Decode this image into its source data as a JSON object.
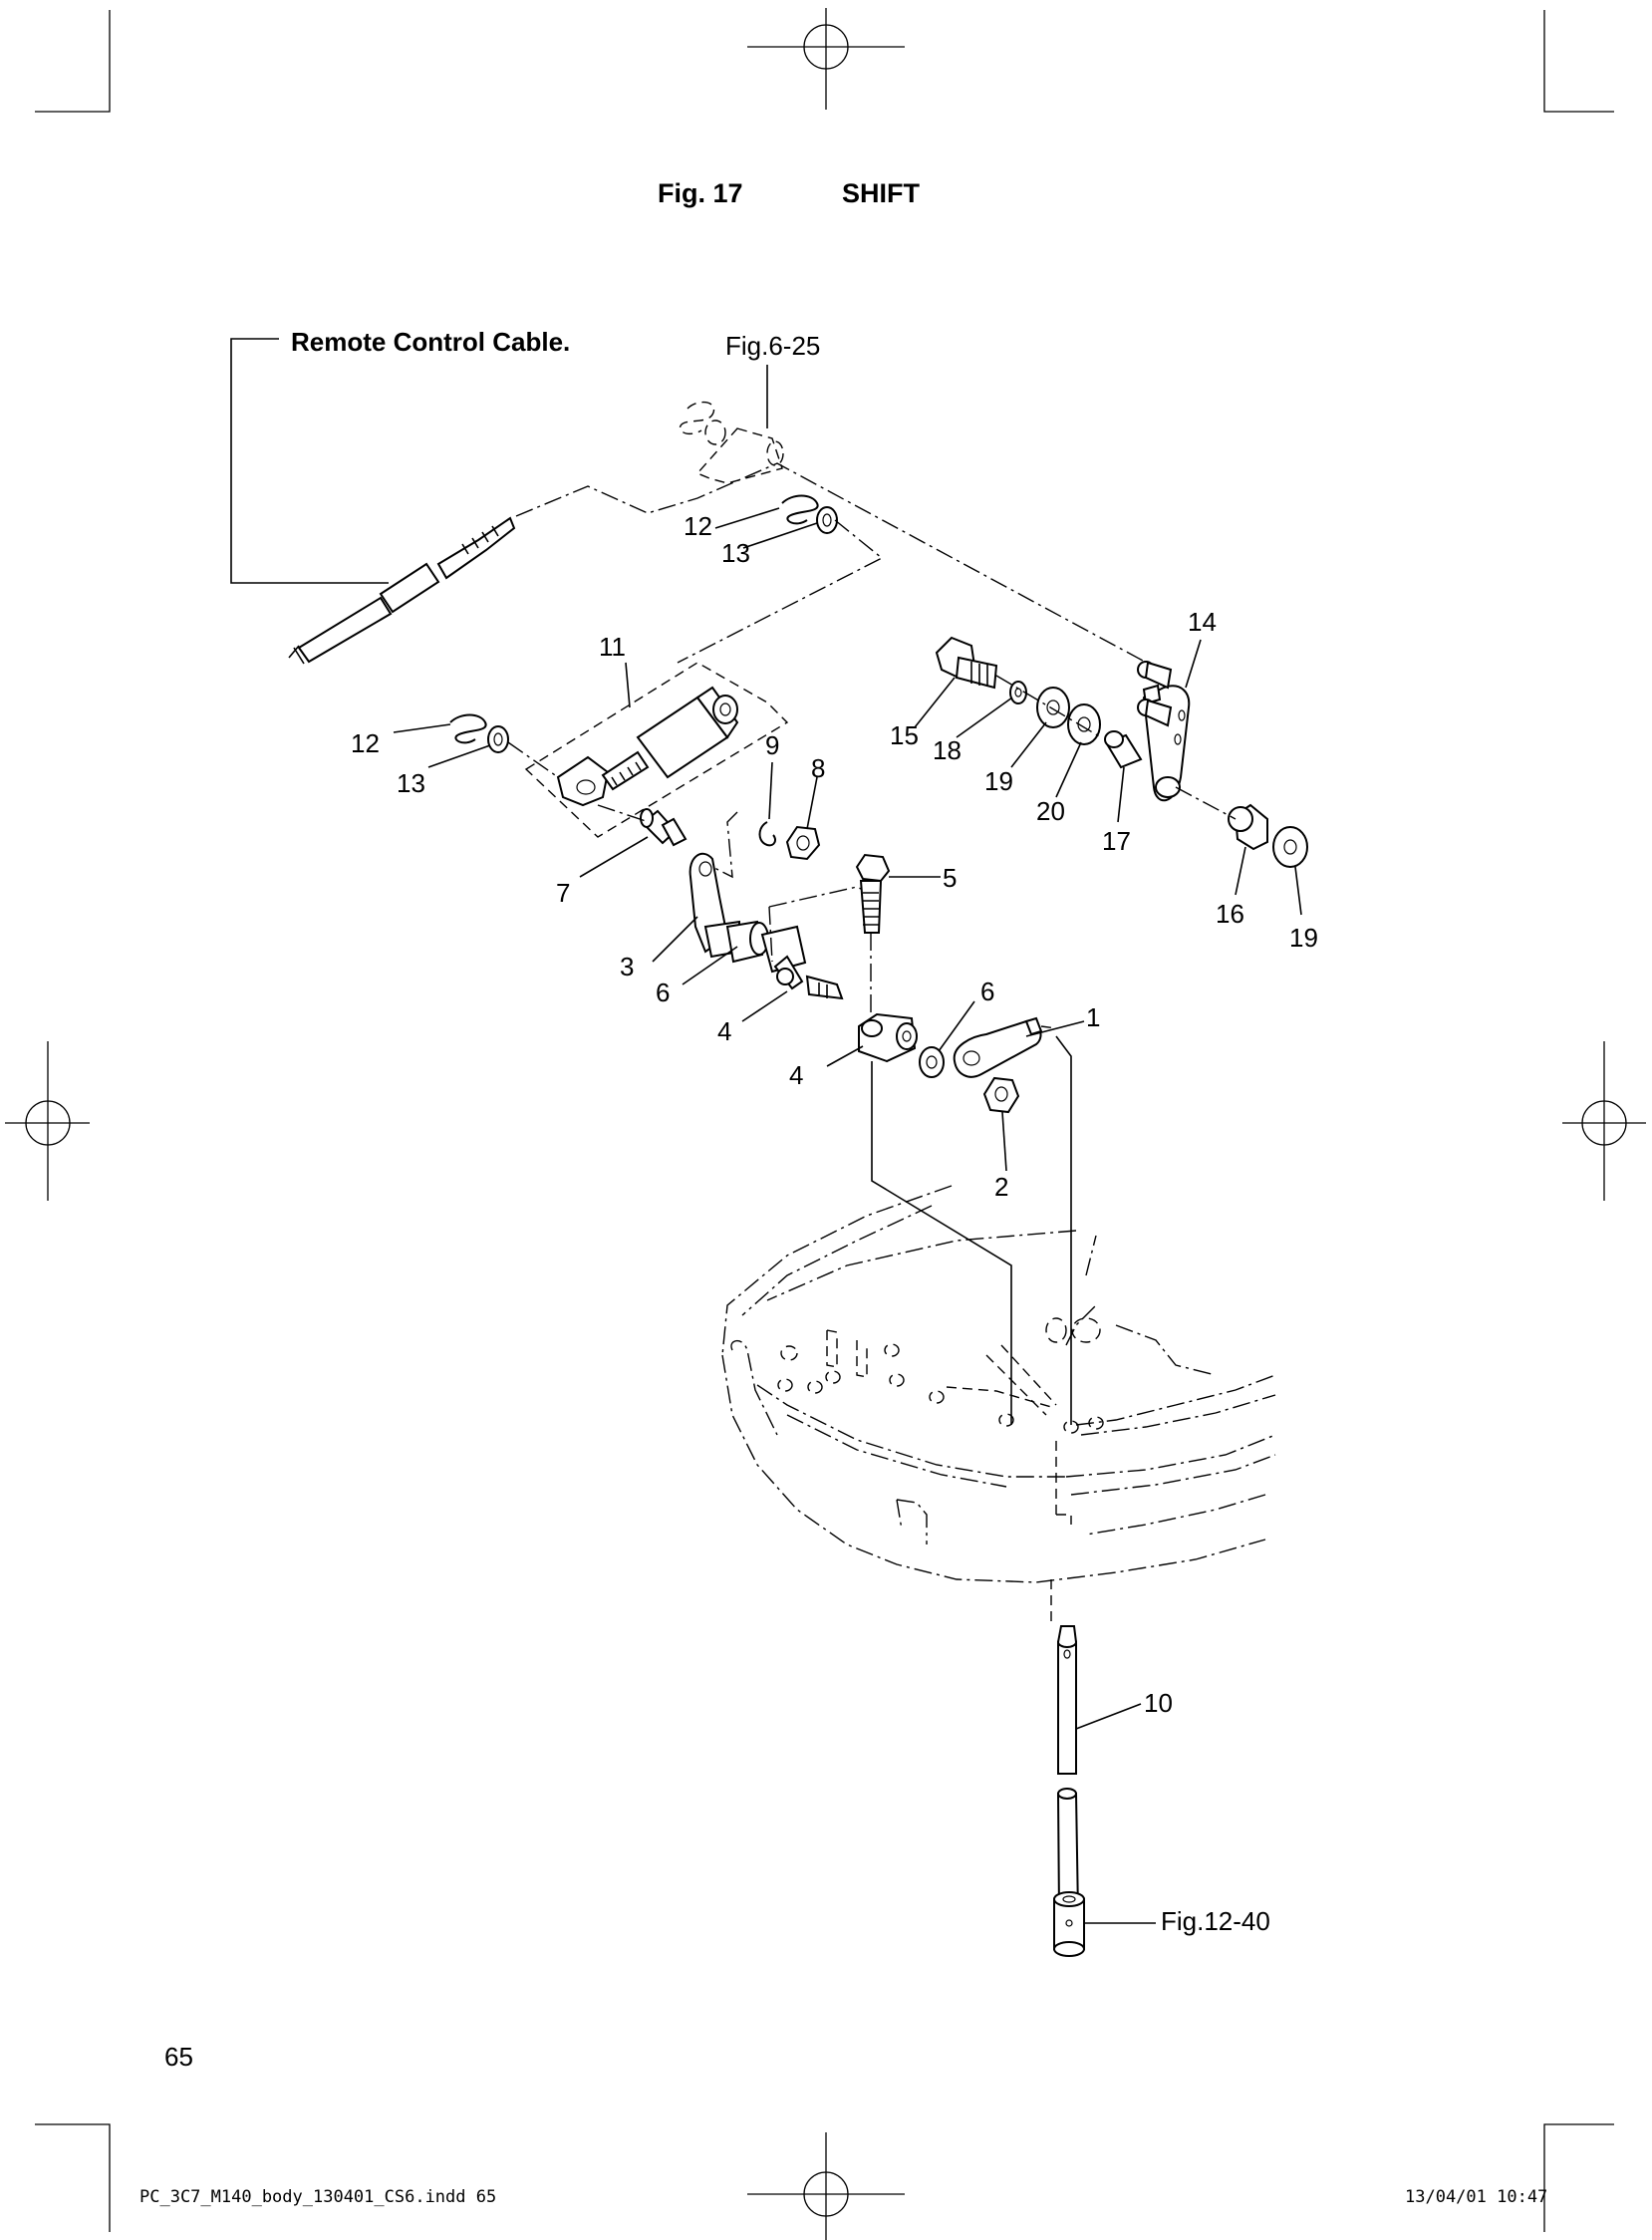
{
  "header": {
    "fig_label": "Fig. 17",
    "fig_title": "SHIFT"
  },
  "callouts": {
    "remote_cable": "Remote Control Cable.",
    "fig_ref_top": "Fig.6-25",
    "fig_ref_bottom": "Fig.12-40"
  },
  "part_numbers": {
    "p1": "1",
    "p2": "2",
    "p3": "3",
    "p4a": "4",
    "p4b": "4",
    "p5": "5",
    "p6a": "6",
    "p6b": "6",
    "p7": "7",
    "p8": "8",
    "p9": "9",
    "p10": "10",
    "p11": "11",
    "p12a": "12",
    "p12b": "12",
    "p13a": "13",
    "p13b": "13",
    "p14": "14",
    "p15": "15",
    "p16": "16",
    "p17": "17",
    "p18": "18",
    "p19a": "19",
    "p19b": "19",
    "p20": "20"
  },
  "footer": {
    "page_number": "65",
    "file_name": "PC_3C7_M140_body_130401_CS6.indd   65",
    "timestamp": "13/04/01   10:47"
  }
}
